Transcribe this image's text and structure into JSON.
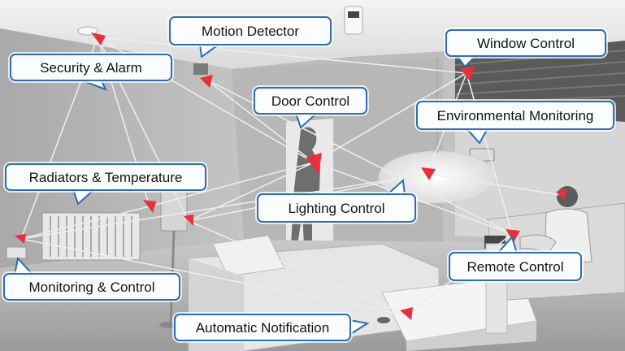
{
  "colors": {
    "callout_border": "#2c6db3",
    "callout_fill": "#fbfcfe",
    "sensor": "#e8303c",
    "signal_line": "#eaeaea"
  },
  "callouts": {
    "security_alarm": "Security & Alarm",
    "motion_detector": "Motion Detector",
    "window_control": "Window Control",
    "door_control": "Door Control",
    "environmental_monitoring": "Environmental Monitoring",
    "radiators_temperature": "Radiators & Temperature",
    "lighting_control": "Lighting Control",
    "monitoring_control": "Monitoring & Control",
    "remote_control": "Remote Control",
    "automatic_notification": "Automatic Notification"
  }
}
